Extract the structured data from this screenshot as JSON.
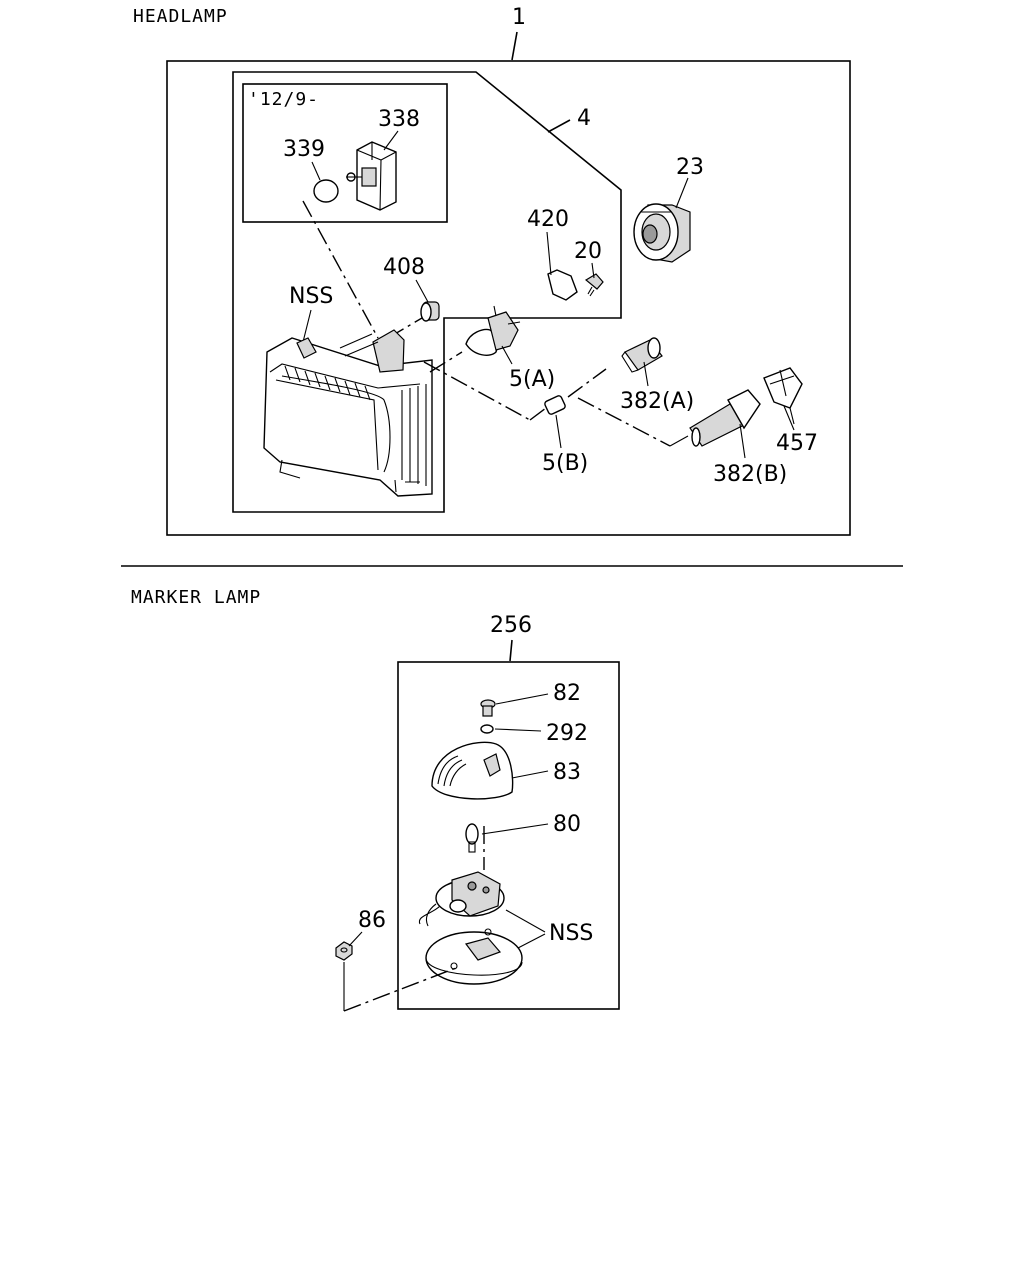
{
  "sections": {
    "headlamp_title": "HEADLAMP",
    "marker_title": "MARKER LAMP"
  },
  "headlamp": {
    "assembly_no": "1",
    "subassembly_no": "4",
    "date_note": "'12/9-",
    "callouts": {
      "p338": "338",
      "p339": "339",
      "p23": "23",
      "p420": "420",
      "p20": "20",
      "p408": "408",
      "nss": "NSS",
      "p5a": "5(A)",
      "p382a": "382(A)",
      "p457": "457",
      "p5b": "5(B)",
      "p382b": "382(B)"
    }
  },
  "marker": {
    "assembly_no": "256",
    "callouts": {
      "p82": "82",
      "p292": "292",
      "p83": "83",
      "p80": "80",
      "p86": "86",
      "nss": "NSS"
    }
  }
}
